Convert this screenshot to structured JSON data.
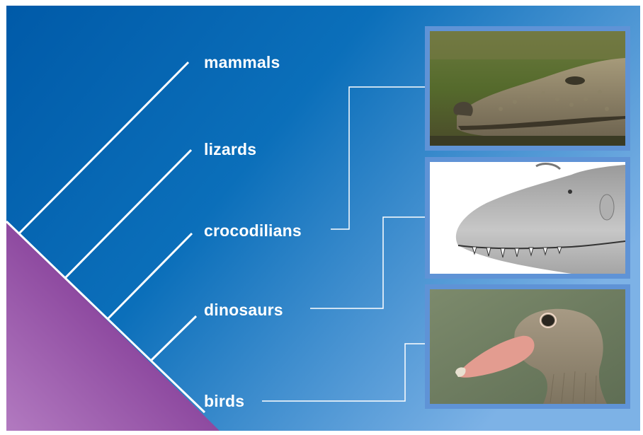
{
  "diagram": {
    "type": "cladogram",
    "taxa": [
      {
        "id": "mammals",
        "label": "mammals"
      },
      {
        "id": "lizards",
        "label": "lizards"
      },
      {
        "id": "crocodilians",
        "label": "crocodilians"
      },
      {
        "id": "dinosaurs",
        "label": "dinosaurs"
      },
      {
        "id": "birds",
        "label": "birds"
      }
    ],
    "photos": [
      {
        "id": "crocodile-head",
        "depicts": "crocodile-photo",
        "links_to": "crocodilians"
      },
      {
        "id": "dinosaur-head",
        "depicts": "dinosaur-illustration",
        "links_to": "dinosaurs"
      },
      {
        "id": "goose-head",
        "depicts": "goose-photo",
        "links_to": "birds"
      }
    ]
  },
  "colors": {
    "background_dark": "#0064b0",
    "background_light": "#6aa3dc",
    "trunk": "#8f4aa1",
    "lines": "#ffffff",
    "frame": "#5f93d6"
  }
}
